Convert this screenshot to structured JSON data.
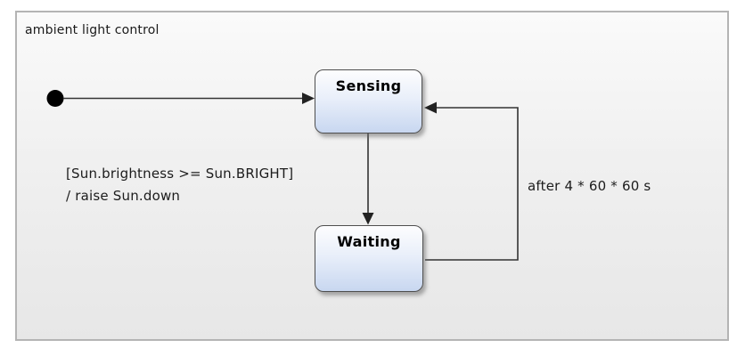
{
  "diagram": {
    "title": "ambient light control",
    "states": [
      {
        "label": "Sensing"
      },
      {
        "label": "Waiting"
      }
    ],
    "transitions": {
      "sensing_to_waiting": {
        "guard": "[Sun.brightness >= Sun.BRIGHT]",
        "action": "/ raise Sun.down"
      },
      "waiting_to_sensing": {
        "trigger": "after 4 * 60 * 60 s"
      }
    },
    "colors": {
      "state_fill_top": "#fdfdfe",
      "state_fill_bottom": "#c8d7f0",
      "state_border": "#4f4f4f",
      "line": "#333333",
      "frame_border": "#b4b4b4",
      "canvas_top": "#fafafa",
      "canvas_bottom": "#e7e7e7"
    }
  }
}
